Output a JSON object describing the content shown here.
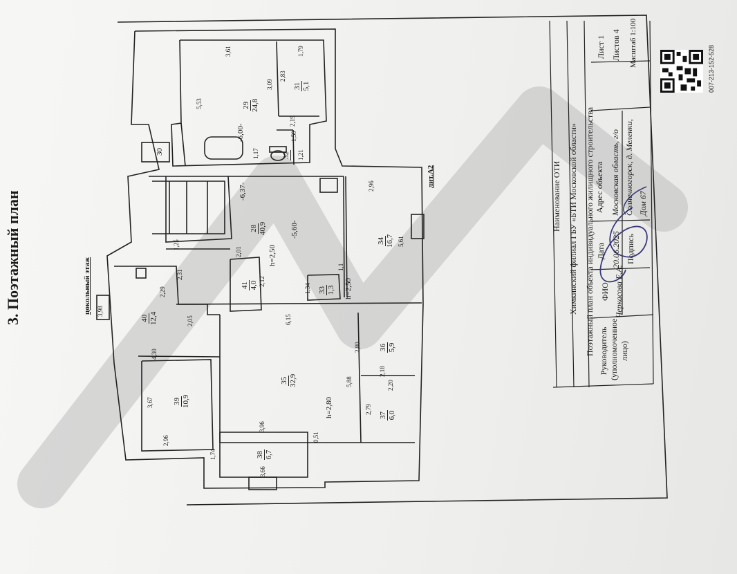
{
  "header": {
    "title_fragment": "3. Поэтажный план",
    "floor_label": "цокольный этаж",
    "lit": "лит.А2"
  },
  "rooms": [
    {
      "id": "29",
      "area": "24,8"
    },
    {
      "id": "31",
      "area": "5,1"
    },
    {
      "id": "30",
      "area": ""
    },
    {
      "id": "32",
      "area": ""
    },
    {
      "id": "28",
      "area": "40,9"
    },
    {
      "id": "34",
      "area": "16,7"
    },
    {
      "id": "33",
      "area": "1,3"
    },
    {
      "id": "41",
      "area": "4,0"
    },
    {
      "id": "40",
      "area": "12,4"
    },
    {
      "id": "36",
      "area": "5,9"
    },
    {
      "id": "35",
      "area": "32,9"
    },
    {
      "id": "39",
      "area": "10,9"
    },
    {
      "id": "37",
      "area": "6,0"
    },
    {
      "id": "38",
      "area": "6,7"
    }
  ],
  "heights": {
    "h1": "h=2,50",
    "h2": "h=2,50",
    "h3": "h=2,80"
  },
  "levels": {
    "l1": "-6,00-",
    "l2": "-6,37-",
    "l3": "-5,60-"
  },
  "dims": {
    "d1": "3,61",
    "d2": "1,79",
    "d3": "5,53",
    "d4": "3,09",
    "d5": "2,83",
    "d6": "2,19",
    "d7": "1,50",
    "d8": "1,17",
    "d9": "1,21",
    "d10": "2,96",
    "d11": "1,25",
    "d12": "2,01",
    "d13": "2,31",
    "d14": "2,29",
    "d15": "2,12",
    "d16": "1,34",
    "d17": "5,61",
    "d18": "3,98",
    "d19": "2,05",
    "d20": "6,15",
    "d21": "4,30",
    "d22": "2,80",
    "d23": "2,18",
    "d24": "5,88",
    "d25": "2,20",
    "d26": "3,67",
    "d27": "2,79",
    "d28": "3,96",
    "d29": "2,96",
    "d30": "0,51",
    "d31": "1,74",
    "d32": "3,66",
    "d33": "1,1"
  },
  "stamp": {
    "org_label": "Наименование ОТИ",
    "org": "Химкинский филиал ГБУ «БТИ Московской области»",
    "doc": "Поэтажный план объекта индивидуального жилищного строительства",
    "sheet": "Лист 1",
    "sheets": "Листов 4",
    "scale": "Масштаб 1:100",
    "head_label": "Руководитель (уполномоченное лицо)",
    "fio_label": "ФИО",
    "fio": "Черкасова Е.А.",
    "date_label": "Дата",
    "date": "20.06.2025",
    "sign_label": "Подпись",
    "addr_label": "Адрес объекта",
    "addr": "Московская область, г/о Солнечногорск, д. Меленки, Дом 67"
  },
  "qr_code": "007-213-152-528",
  "colors": {
    "watermark": "#bdbdbd",
    "ink": "#1a1a1a",
    "signature": "#3a3a7a"
  }
}
